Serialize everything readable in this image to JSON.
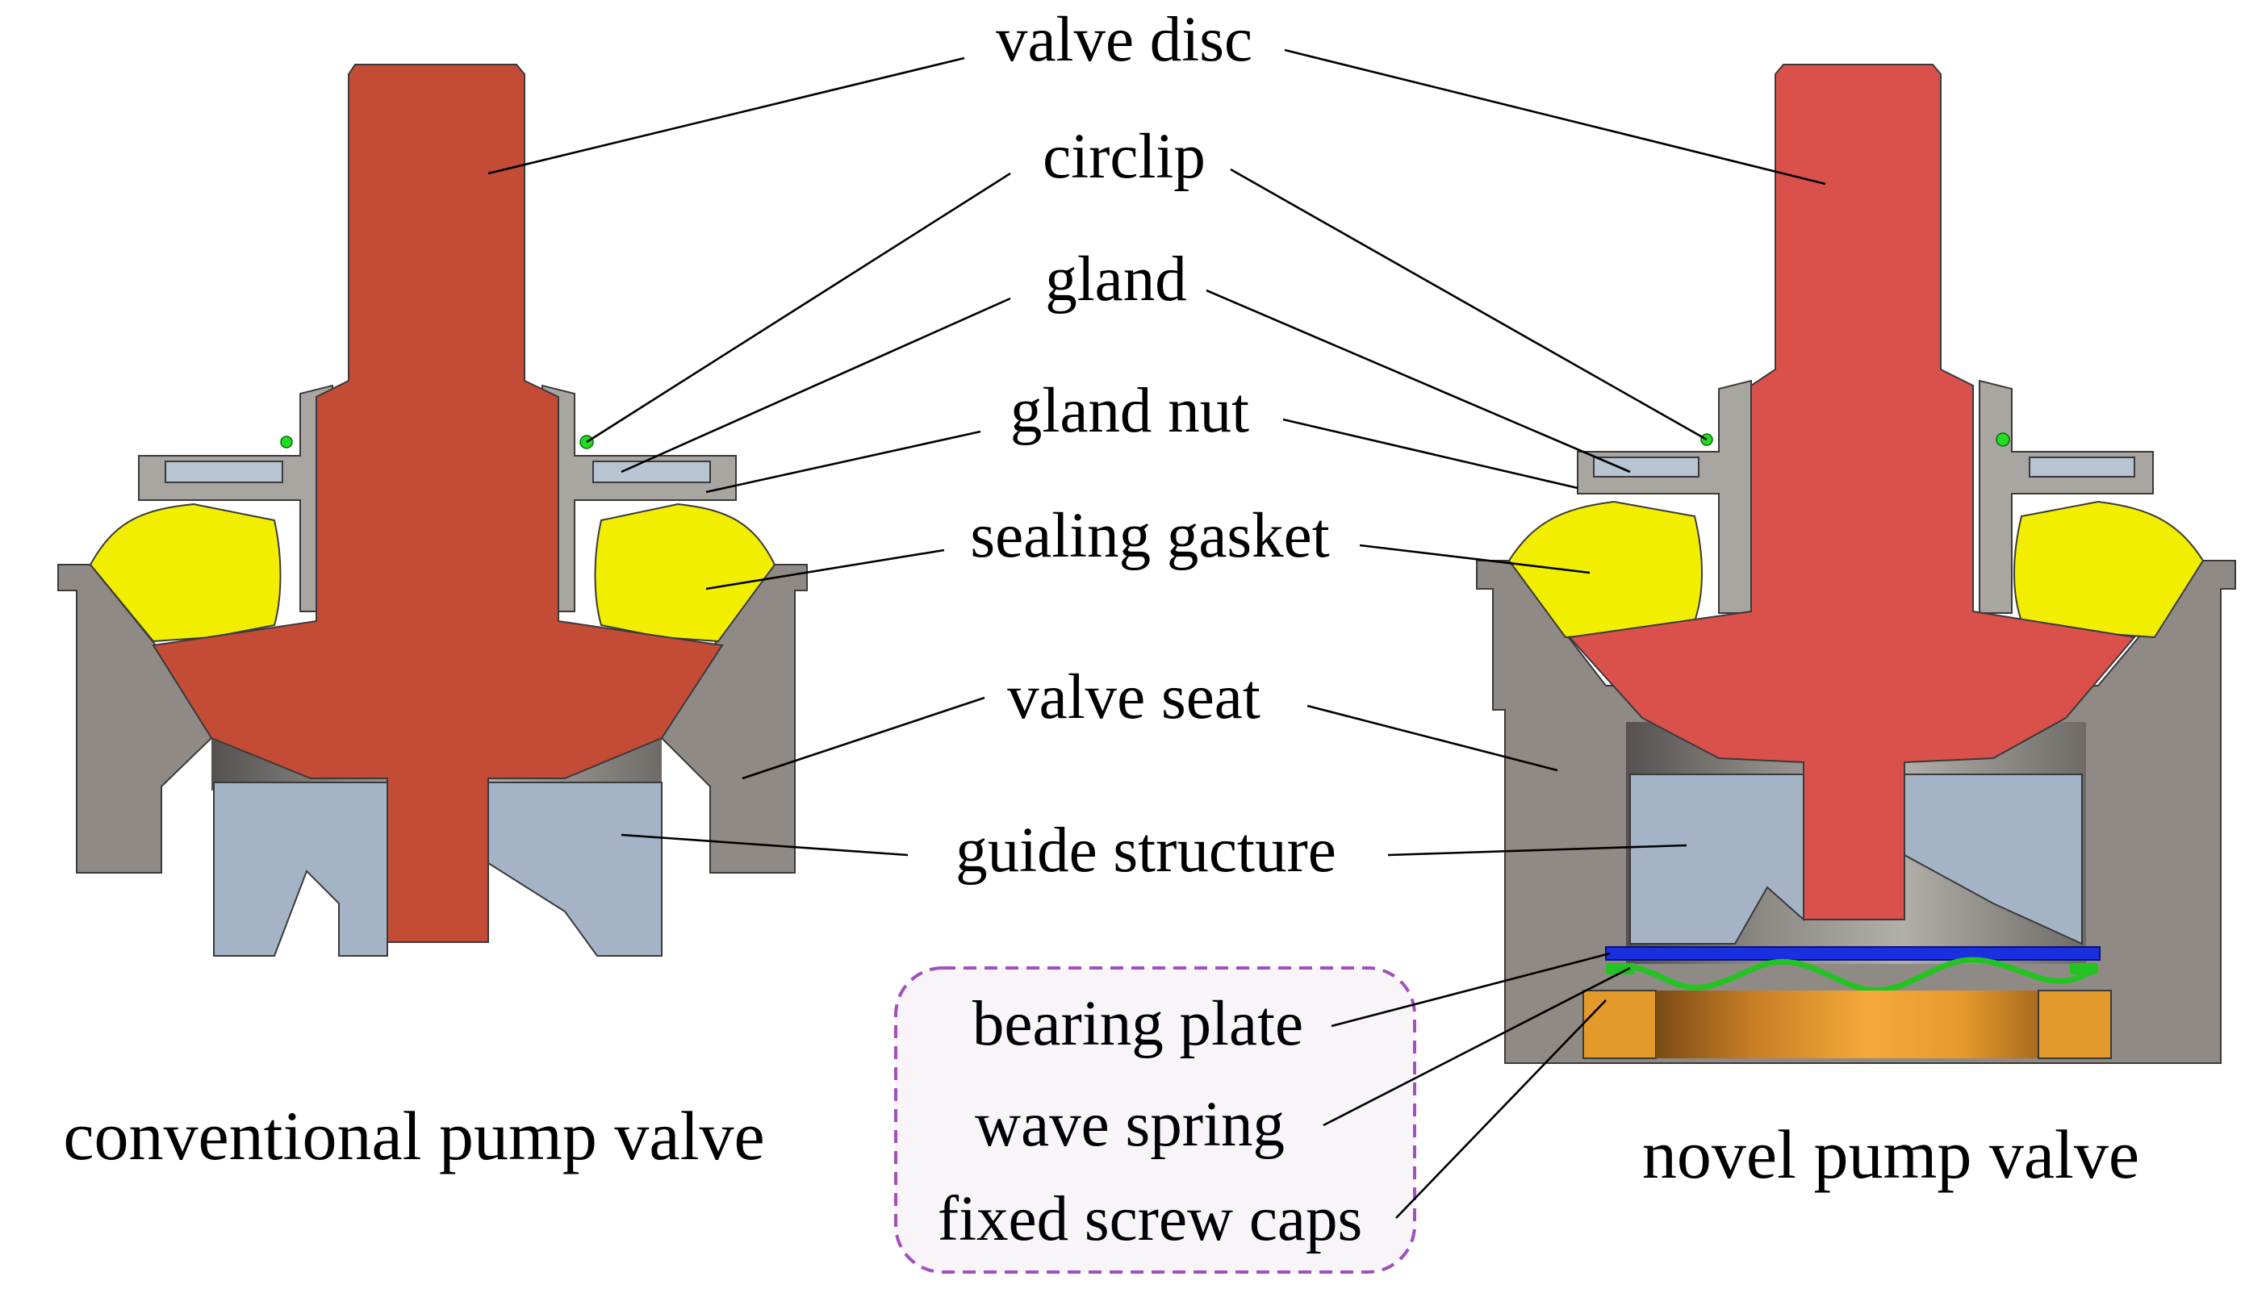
{
  "labels": {
    "valve_disc": "valve disc",
    "circlip": "circlip",
    "gland": "gland",
    "gland_nut": "gland nut",
    "sealing_gasket": "sealing gasket",
    "valve_seat": "valve seat",
    "guide_structure": "guide structure",
    "bearing_plate": "bearing plate",
    "wave_spring": "wave spring",
    "fixed_screw_caps": "fixed screw caps"
  },
  "captions": {
    "left": "conventional pump valve",
    "right": "novel pump valve"
  },
  "colors": {
    "valve_disc_conventional": "#c44b35",
    "valve_disc_novel": "#d9514a",
    "valve_seat": "#8f8a86",
    "gland_nut": "#a9a5a1",
    "gland": "#b7c4d2",
    "sealing_gasket": "#f2ee00",
    "guide_structure": "#a4b4c6",
    "circlip": "#22dd22",
    "bearing_plate": "#1a2fe0",
    "wave_spring": "#22c322",
    "fixed_screw_caps": "#e39a2a",
    "highlight_box_border": "#a04fbe",
    "highlight_box_fill": "#f9f4f9"
  }
}
